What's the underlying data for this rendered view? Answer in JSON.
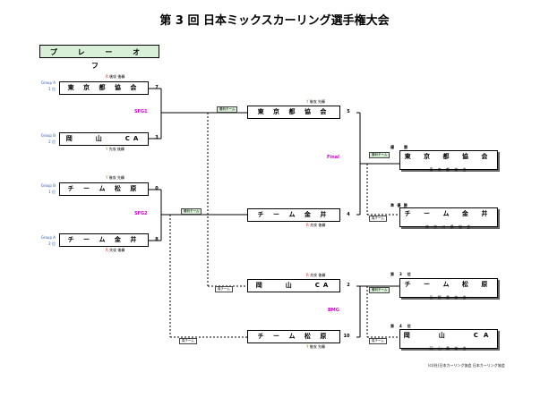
{
  "title": "第 3 回 日本ミックスカーリング選手権大会",
  "playoff_label": "プ レ ー オ フ",
  "tags": {
    "winner": "勝利チーム",
    "loser": "負チーム"
  },
  "seeds": [
    {
      "group": "Group A",
      "rank": "1 位",
      "team": "東 京 都 協 会",
      "stone": "R",
      "stone_label": "後攻 後糠",
      "score": "7"
    },
    {
      "group": "Group B",
      "rank": "2 位",
      "team": "岡　　山　　CA",
      "stone": "Y",
      "stone_label": "先攻 後糠",
      "score": "3"
    },
    {
      "group": "Group B",
      "rank": "1 位",
      "team": "チ ー ム 松 原",
      "stone": "Y",
      "stone_label": "後攻 先糠",
      "score": "0"
    },
    {
      "group": "Group A",
      "rank": "2 位",
      "team": "チ ー ム 金 井",
      "stone": "R",
      "stone_label": "先攻 後糠",
      "score": "8"
    }
  ],
  "games": {
    "sf1": "SFG1",
    "sf2": "SFG2",
    "final": "Final",
    "bronze": "BMG"
  },
  "round2": [
    {
      "team": "東 京 都 協 会",
      "stone": "Y",
      "stone_label": "後攻 先糠",
      "stone_pos": "top",
      "score": "5"
    },
    {
      "team": "チ ー ム 金 井",
      "stone": "R",
      "stone_label": "先攻 後糠",
      "stone_pos": "bottom",
      "score": "4"
    },
    {
      "team": "岡　　山　　CA",
      "stone": "R",
      "stone_label": "先攻 後糠",
      "stone_pos": "top",
      "score": "2"
    },
    {
      "team": "チ ー ム 松 原",
      "stone": "Y",
      "stone_label": "後攻 先糠",
      "stone_pos": "bottom",
      "score": "10"
    }
  ],
  "results": [
    {
      "rank": "優　　勝",
      "team": "東 京 都 協 会",
      "sub": "東 京 都 協 会"
    },
    {
      "rank": "準 優 勝",
      "team": "チ ー ム 金 井",
      "sub": "神 奈 川 県 協 会"
    },
    {
      "rank": "第　3　位",
      "team": "チ ー ム 松 原",
      "sub": "長 野 県 協 会"
    },
    {
      "rank": "第　4　位",
      "team": "岡　　山　　CA",
      "sub": "岡 山 県 協 会"
    }
  ],
  "footer": "(c)(社)日本カーリング協会 日本カーリング協会"
}
